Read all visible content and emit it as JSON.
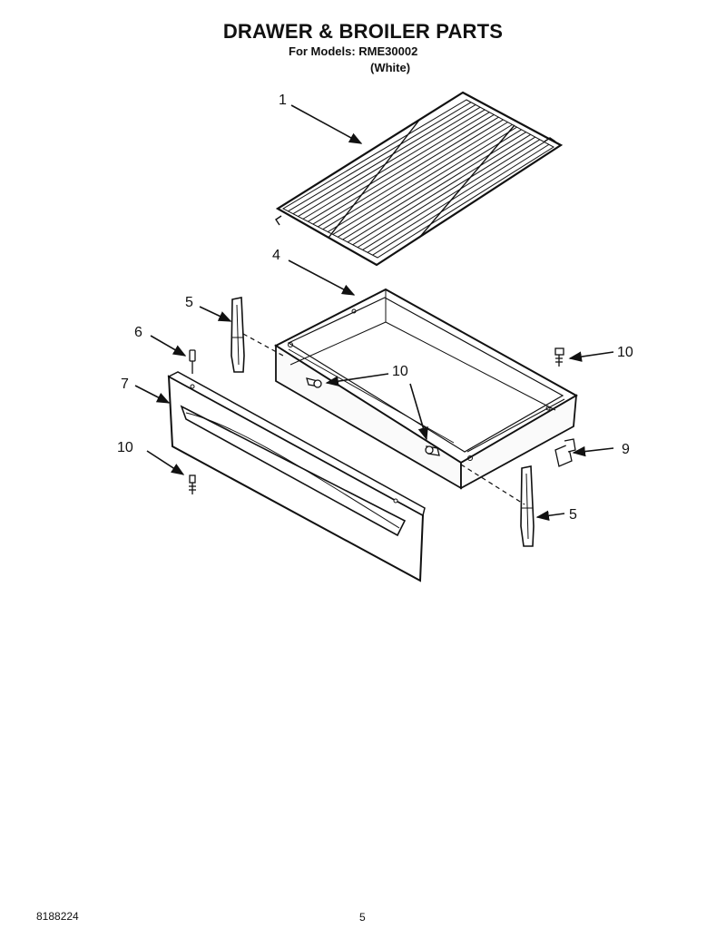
{
  "header": {
    "title": "DRAWER & BROILER PARTS",
    "models_line": "For Models: RME30002",
    "color_line": "(White)"
  },
  "callouts": {
    "c1": "1",
    "c4": "4",
    "c5a": "5",
    "c6": "6",
    "c7": "7",
    "c10a": "10",
    "c10b": "10",
    "c10c": "10",
    "c9": "9",
    "c5b": "5"
  },
  "footer": {
    "doc_number": "8188224",
    "page_number": "5"
  }
}
